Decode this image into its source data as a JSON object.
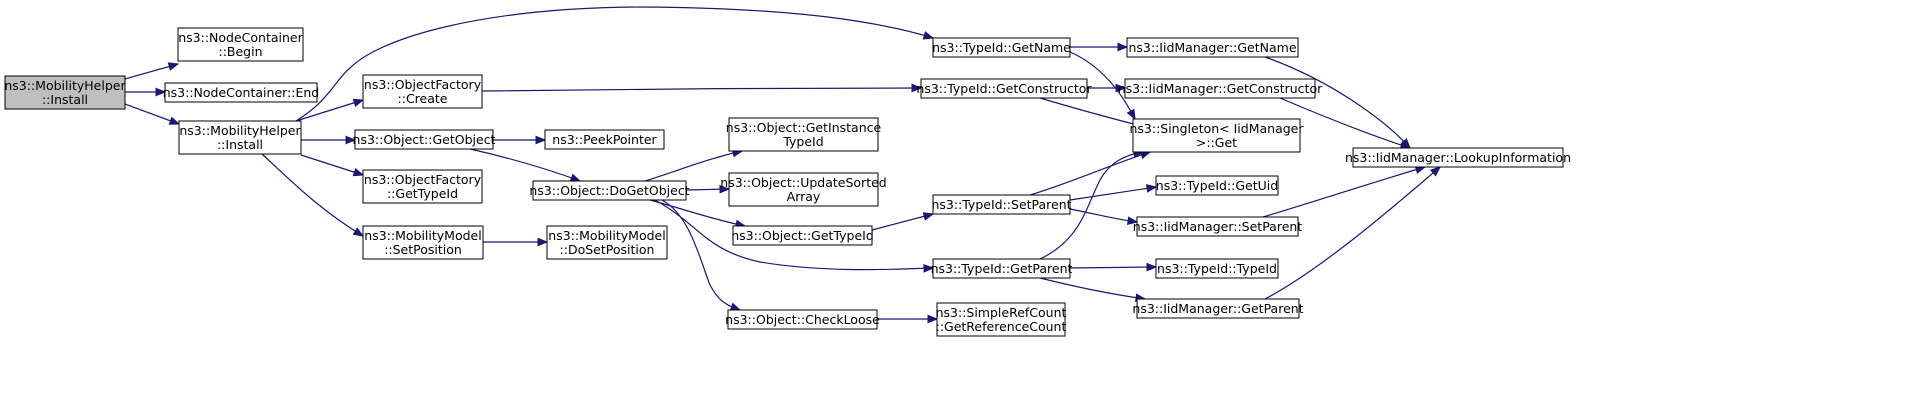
{
  "diagram": {
    "colors": {
      "edge": "#191970",
      "root_fill": "#bfbfbf",
      "node_fill": "#ffffff",
      "node_border": "#000000"
    },
    "nodes": [
      {
        "id": "n0",
        "lines": [
          "ns3::MobilityHelper",
          "::Install"
        ]
      },
      {
        "id": "n1",
        "lines": [
          "ns3::NodeContainer",
          "::Begin"
        ]
      },
      {
        "id": "n2",
        "lines": [
          "ns3::NodeContainer::End"
        ]
      },
      {
        "id": "n3",
        "lines": [
          "ns3::MobilityHelper",
          "::Install"
        ]
      },
      {
        "id": "n4",
        "lines": [
          "ns3::TypeId::GetName"
        ]
      },
      {
        "id": "n5",
        "lines": [
          "ns3::ObjectFactory",
          "::Create"
        ]
      },
      {
        "id": "n6",
        "lines": [
          "ns3::Object::GetObject"
        ]
      },
      {
        "id": "n7",
        "lines": [
          "ns3::ObjectFactory",
          "::GetTypeId"
        ]
      },
      {
        "id": "n8",
        "lines": [
          "ns3::MobilityModel",
          "::SetPosition"
        ]
      },
      {
        "id": "n9",
        "lines": [
          "ns3::PeekPointer"
        ]
      },
      {
        "id": "n10",
        "lines": [
          "ns3::Object::DoGetObject"
        ]
      },
      {
        "id": "n11",
        "lines": [
          "ns3::MobilityModel",
          "::DoSetPosition"
        ]
      },
      {
        "id": "n12",
        "lines": [
          "ns3::Object::GetInstance",
          "TypeId"
        ]
      },
      {
        "id": "n13",
        "lines": [
          "ns3::Object::UpdateSorted",
          "Array"
        ]
      },
      {
        "id": "n14",
        "lines": [
          "ns3::Object::GetTypeId"
        ]
      },
      {
        "id": "n15",
        "lines": [
          "ns3::Object::CheckLoose"
        ]
      },
      {
        "id": "n16",
        "lines": [
          "ns3::TypeId::GetConstructor"
        ]
      },
      {
        "id": "n17",
        "lines": [
          "ns3::TypeId::SetParent"
        ]
      },
      {
        "id": "n18",
        "lines": [
          "ns3::TypeId::GetParent"
        ]
      },
      {
        "id": "n19",
        "lines": [
          "ns3::SimpleRefCount",
          "::GetReferenceCount"
        ]
      },
      {
        "id": "n20",
        "lines": [
          "ns3::IidManager::GetName"
        ]
      },
      {
        "id": "n21",
        "lines": [
          "ns3::IidManager::GetConstructor"
        ]
      },
      {
        "id": "n22",
        "lines": [
          "ns3::Singleton< IidManager",
          " >::Get"
        ]
      },
      {
        "id": "n23",
        "lines": [
          "ns3::TypeId::GetUid"
        ]
      },
      {
        "id": "n24",
        "lines": [
          "ns3::IidManager::SetParent"
        ]
      },
      {
        "id": "n25",
        "lines": [
          "ns3::TypeId::TypeId"
        ]
      },
      {
        "id": "n26",
        "lines": [
          "ns3::IidManager::GetParent"
        ]
      },
      {
        "id": "n27",
        "lines": [
          "ns3::IidManager::LookupInformation"
        ]
      }
    ],
    "edges": [
      [
        "n0",
        "n1"
      ],
      [
        "n0",
        "n2"
      ],
      [
        "n0",
        "n3"
      ],
      [
        "n3",
        "n4"
      ],
      [
        "n3",
        "n5"
      ],
      [
        "n3",
        "n6"
      ],
      [
        "n3",
        "n7"
      ],
      [
        "n3",
        "n8"
      ],
      [
        "n4",
        "n20"
      ],
      [
        "n4",
        "n22"
      ],
      [
        "n5",
        "n16"
      ],
      [
        "n6",
        "n9"
      ],
      [
        "n6",
        "n10"
      ],
      [
        "n8",
        "n11"
      ],
      [
        "n10",
        "n12"
      ],
      [
        "n10",
        "n13"
      ],
      [
        "n10",
        "n14"
      ],
      [
        "n10",
        "n18"
      ],
      [
        "n10",
        "n15"
      ],
      [
        "n14",
        "n17"
      ],
      [
        "n15",
        "n19"
      ],
      [
        "n16",
        "n21"
      ],
      [
        "n16",
        "n22"
      ],
      [
        "n17",
        "n22"
      ],
      [
        "n17",
        "n23"
      ],
      [
        "n17",
        "n24"
      ],
      [
        "n18",
        "n22"
      ],
      [
        "n18",
        "n25"
      ],
      [
        "n18",
        "n26"
      ],
      [
        "n20",
        "n27"
      ],
      [
        "n21",
        "n27"
      ],
      [
        "n24",
        "n27"
      ],
      [
        "n26",
        "n27"
      ]
    ]
  }
}
